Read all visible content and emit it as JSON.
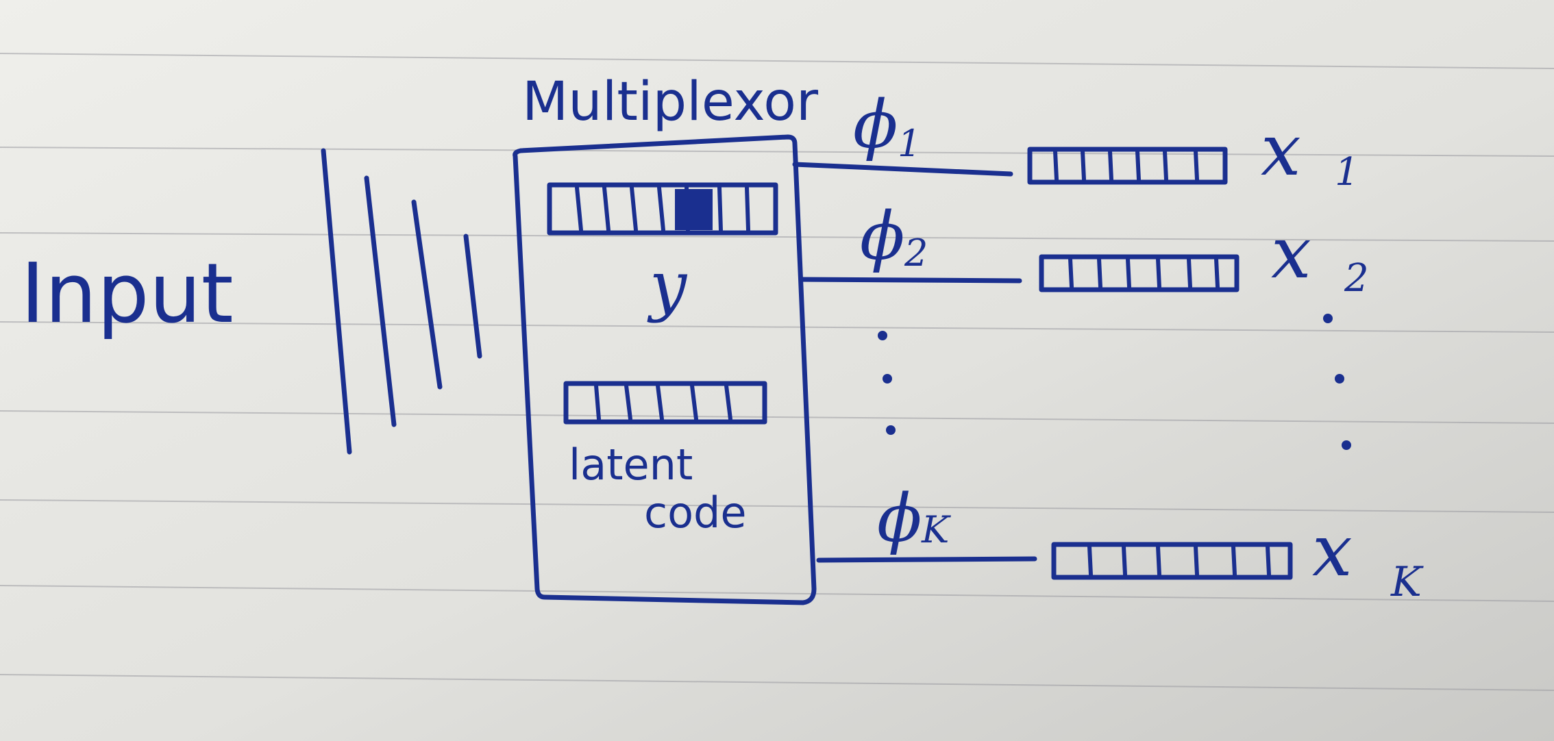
{
  "diagram": {
    "input_label": "Input",
    "multiplexer_label": "Multiplexor",
    "y_label": "y",
    "latent_label_line1": "latent",
    "latent_label_line2": "code",
    "outputs": [
      {
        "phi": "ϕ",
        "phi_sub": "1",
        "x": "x",
        "x_sub": "1"
      },
      {
        "phi": "ϕ",
        "phi_sub": "2",
        "x": "x",
        "x_sub": "2"
      },
      {
        "phi": "ϕ",
        "phi_sub": "K",
        "x": "x",
        "x_sub": "K"
      }
    ],
    "ellipsis": "⋮"
  },
  "colors": {
    "ink": "#1a2f8f",
    "paper": "#e4e4e0",
    "rule_line": "#9a9aa0"
  }
}
